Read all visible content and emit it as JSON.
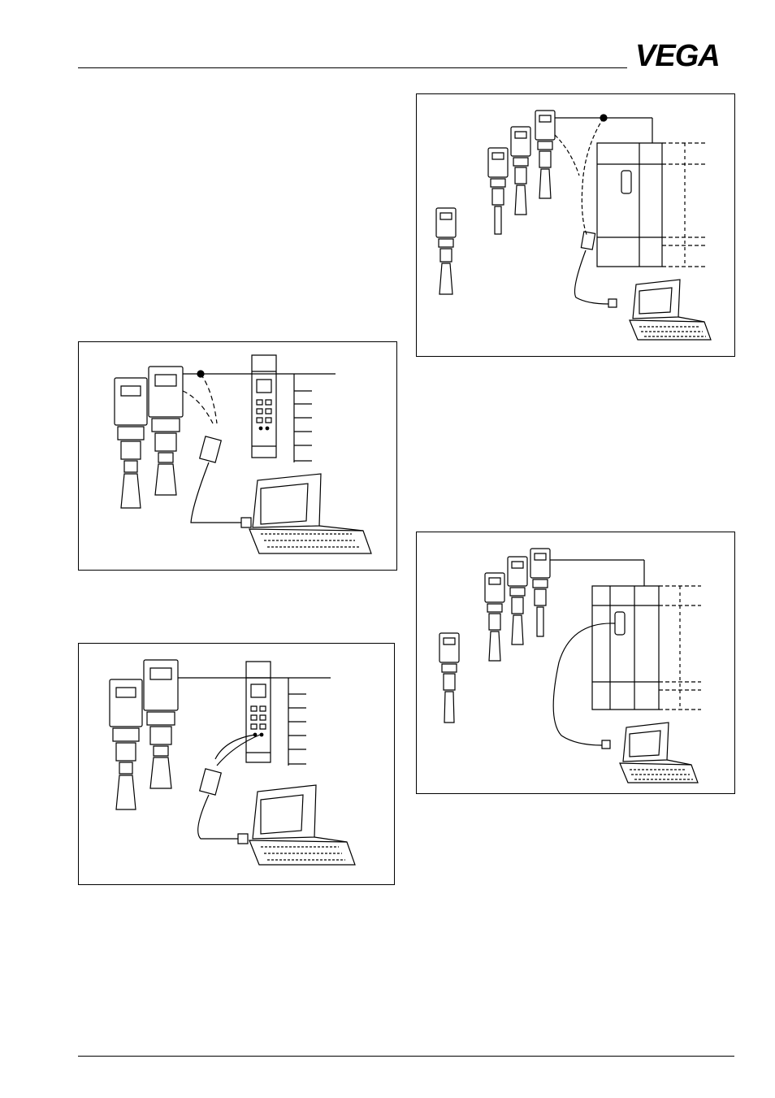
{
  "header": {
    "brand": "VEGA"
  },
  "figures": [
    {
      "id": "fig-1",
      "devices": [
        "sensor",
        "sensor",
        "display-module",
        "interface-adapter",
        "laptop"
      ]
    },
    {
      "id": "fig-2",
      "devices": [
        "sensor",
        "sensor",
        "display-module",
        "interface-adapter",
        "laptop"
      ]
    },
    {
      "id": "fig-3",
      "devices": [
        "sensor",
        "sensor",
        "sensor",
        "sensor",
        "rack-card",
        "interface-adapter",
        "laptop"
      ]
    },
    {
      "id": "fig-4",
      "devices": [
        "sensor",
        "sensor",
        "sensor",
        "sensor",
        "rack-card",
        "laptop"
      ]
    }
  ],
  "colors": {
    "ink": "#000000",
    "paper": "#ffffff"
  }
}
